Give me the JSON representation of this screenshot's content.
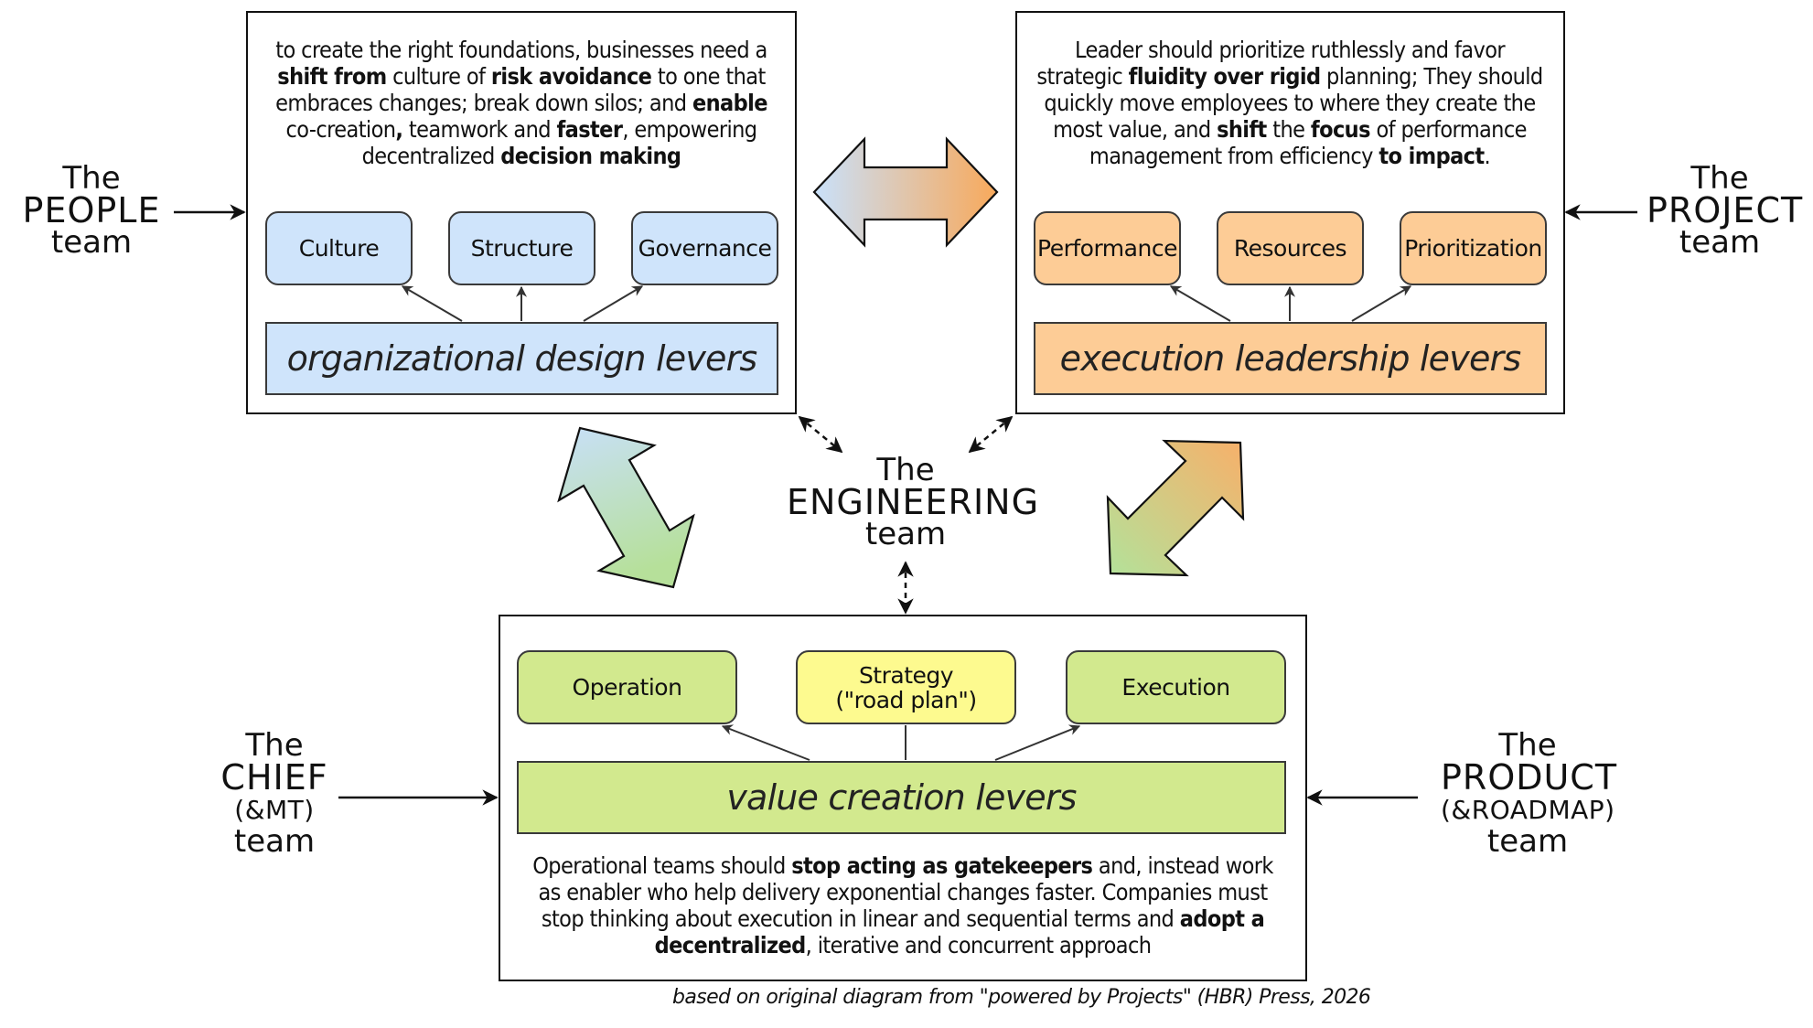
{
  "teams": {
    "people": {
      "the": "The",
      "name": "PEOPLE",
      "team": "team"
    },
    "project": {
      "the": "The",
      "name": "PROJECT",
      "team": "team"
    },
    "engineering": {
      "the": "The",
      "name": "ENGINEERING",
      "team": "team"
    },
    "chief": {
      "the": "The",
      "name": "CHIEF",
      "sub": "(&MT)",
      "team": "team"
    },
    "product": {
      "the": "The",
      "name": "PRODUCT",
      "sub": "(&ROADMAP)",
      "team": "team"
    }
  },
  "people_box": {
    "paragraph": [
      {
        "t": "to create the right foundations, businesses need a ",
        "b": false
      },
      {
        "t": "shift from",
        "b": true
      },
      {
        "t": " culture of ",
        "b": false
      },
      {
        "t": "risk avoidance",
        "b": true
      },
      {
        "t": " to one that embraces changes; break down silos; and ",
        "b": false
      },
      {
        "t": "enable",
        "b": true
      },
      {
        "t": " co-creation",
        "b": false
      },
      {
        "t": ",",
        "b": true
      },
      {
        "t": " teamwork and ",
        "b": false
      },
      {
        "t": "faster",
        "b": true
      },
      {
        "t": ", empowering decentralized ",
        "b": false
      },
      {
        "t": "decision making",
        "b": true
      }
    ],
    "levers": [
      "Culture",
      "Structure",
      "Governance"
    ],
    "main_lever": "organizational design levers",
    "color": "#cfe4fb"
  },
  "project_box": {
    "paragraph": [
      {
        "t": "Leader should prioritize ruthlessly and favor strategic ",
        "b": false
      },
      {
        "t": "fluidity over rigid",
        "b": true
      },
      {
        "t": " planning; They should quickly move employees to where they create the most value, and ",
        "b": false
      },
      {
        "t": "shift",
        "b": true
      },
      {
        "t": " the ",
        "b": false
      },
      {
        "t": "focus",
        "b": true
      },
      {
        "t": " of performance management from efficiency ",
        "b": false
      },
      {
        "t": "to impact",
        "b": true
      },
      {
        "t": ".",
        "b": false
      }
    ],
    "levers": [
      "Performance",
      "Resources",
      "Prioritization"
    ],
    "main_lever": "execution leadership levers",
    "color": "#fdcc96"
  },
  "value_box": {
    "levers": [
      {
        "label": "Operation",
        "color": "#d2e98e"
      },
      {
        "label": "Strategy\n(\"road plan\")",
        "color": "#fdfa8f"
      },
      {
        "label": "Execution",
        "color": "#d2e98e"
      }
    ],
    "main_lever": "value creation levers",
    "paragraph": [
      {
        "t": "Operational teams should ",
        "b": false
      },
      {
        "t": "stop acting as gatekeepers",
        "b": true
      },
      {
        "t": " and, instead work as enabler who help delivery exponential changes faster. Companies must stop thinking about execution in linear and sequential terms and ",
        "b": false
      },
      {
        "t": "adopt a decentralized",
        "b": true
      },
      {
        "t": ", iterative and concurrent approach",
        "b": false
      }
    ],
    "color": "#d2e98e"
  },
  "caption": "based on original diagram from \"powered by Projects\" (HBR) Press, 2026"
}
